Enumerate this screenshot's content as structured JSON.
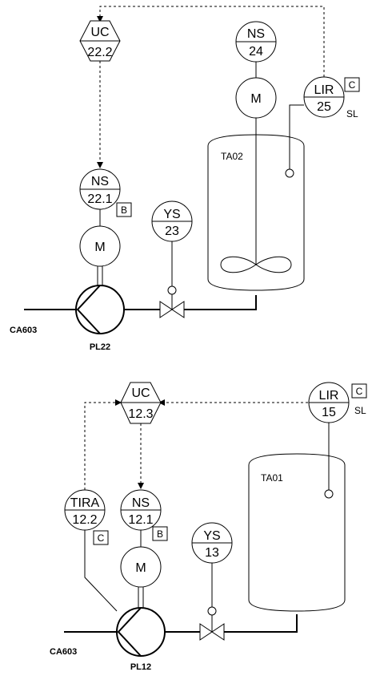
{
  "top": {
    "uc": {
      "tag": "UC",
      "num": "22.2"
    },
    "ns_pump": {
      "tag": "NS",
      "num": "22.1",
      "box": "B"
    },
    "motor_pump": "M",
    "ys": {
      "tag": "YS",
      "num": "23"
    },
    "ns_agitator": {
      "tag": "NS",
      "num": "24"
    },
    "motor_agitator": "M",
    "lir": {
      "tag": "LIR",
      "num": "25",
      "box": "C",
      "note": "SL"
    },
    "tank": "TA02",
    "inlet": "CA603",
    "pump": "PL22"
  },
  "bottom": {
    "uc": {
      "tag": "UC",
      "num": "12.3"
    },
    "tira": {
      "tag": "TIRA",
      "num": "12.2",
      "box": "C"
    },
    "ns_pump": {
      "tag": "NS",
      "num": "12.1",
      "box": "B"
    },
    "motor_pump": "M",
    "ys": {
      "tag": "YS",
      "num": "13"
    },
    "lir": {
      "tag": "LIR",
      "num": "15",
      "box": "C",
      "note": "SL"
    },
    "tank": "TA01",
    "inlet": "CA603",
    "pump": "PL12"
  }
}
